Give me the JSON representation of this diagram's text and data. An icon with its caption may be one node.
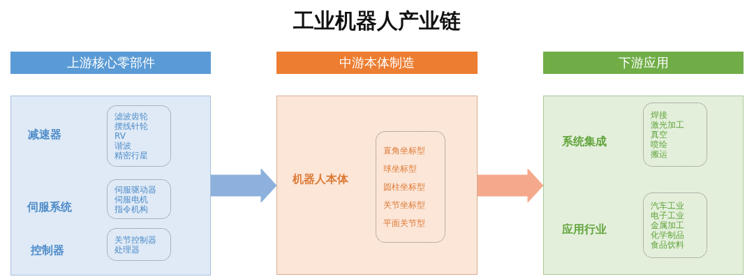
{
  "diagram": {
    "title": "工业机器人产业链",
    "nodes": [
      {
        "text": [
          "上游核心零部件"
        ]
      },
      {
        "text": [],
        "shape": "box"
      },
      {
        "text": [
          "滤波齿轮",
          "摆线针轮",
          "RV",
          "谐波",
          "精密行星"
        ],
        "in": 1
      },
      {
        "text": [
          "伺服驱动器",
          "伺服电机",
          "指令机构"
        ],
        "in": 1,
        "beside": [
          "伺服系统"
        ]
      },
      {
        "text": [
          "关节控制器",
          "处理器"
        ],
        "in": 1,
        "beside": [
          "控制器"
        ]
      },
      {
        "text": [
          "中游本体制造"
        ]
      },
      {
        "text": [],
        "shape": "box"
      },
      {
        "text": [
          "直角坐标型",
          "球坐标型",
          "圆柱坐标型",
          "关节坐标型",
          "平面关节型"
        ],
        "in": 6,
        "beside": [
          "机器人本体"
        ]
      },
      {
        "text": [
          "下游应用"
        ]
      },
      {
        "text": [],
        "shape": "box"
      },
      {
        "text": [
          "焊接",
          "激光加工",
          "真空",
          "喷绘",
          "搬运"
        ],
        "in": 9,
        "beside": [
          "系统集成"
        ]
      },
      {
        "text": [
          "汽车工业",
          "电子工业",
          "金属加工",
          "化学制品",
          "食品饮料"
        ],
        "in": 9,
        "beside": [
          "应用行业"
        ]
      }
    ],
    "edges": [
      {
        "from": 1,
        "to": 6,
        "arrow": "to",
        "color": "#8db0dc"
      },
      {
        "from": 6,
        "to": 9,
        "arrow": "to",
        "color": "#f5a98c"
      }
    ],
    "labels": [
      "减速器"
    ]
  }
}
